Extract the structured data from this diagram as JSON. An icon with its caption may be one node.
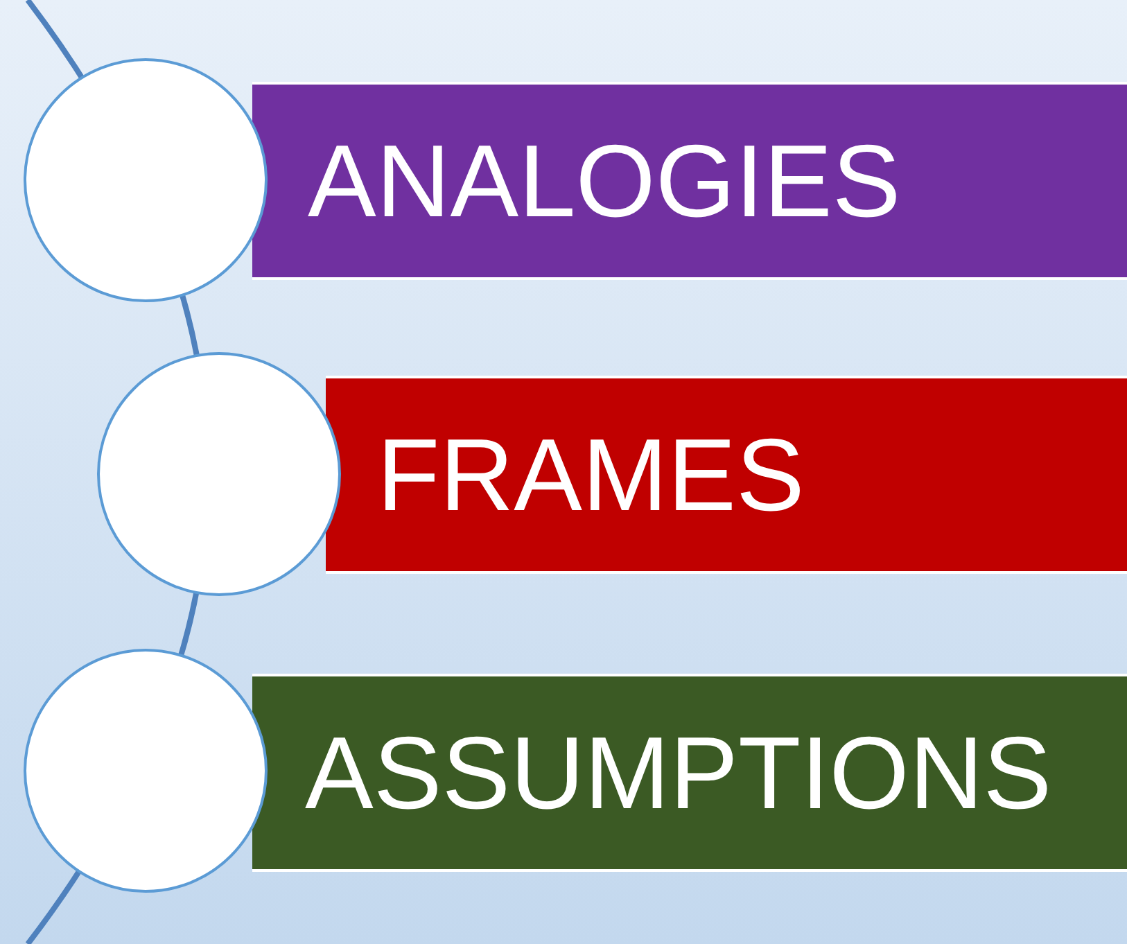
{
  "diagram": {
    "nodes": [
      {
        "text": [],
        "shape": "circle"
      },
      {
        "text": [
          "ANALOGIES"
        ]
      },
      {
        "text": [],
        "shape": "circle"
      },
      {
        "text": [
          "FRAMES"
        ]
      },
      {
        "text": [],
        "shape": "circle"
      },
      {
        "text": [
          "ASSUMPTIONS"
        ]
      }
    ]
  }
}
